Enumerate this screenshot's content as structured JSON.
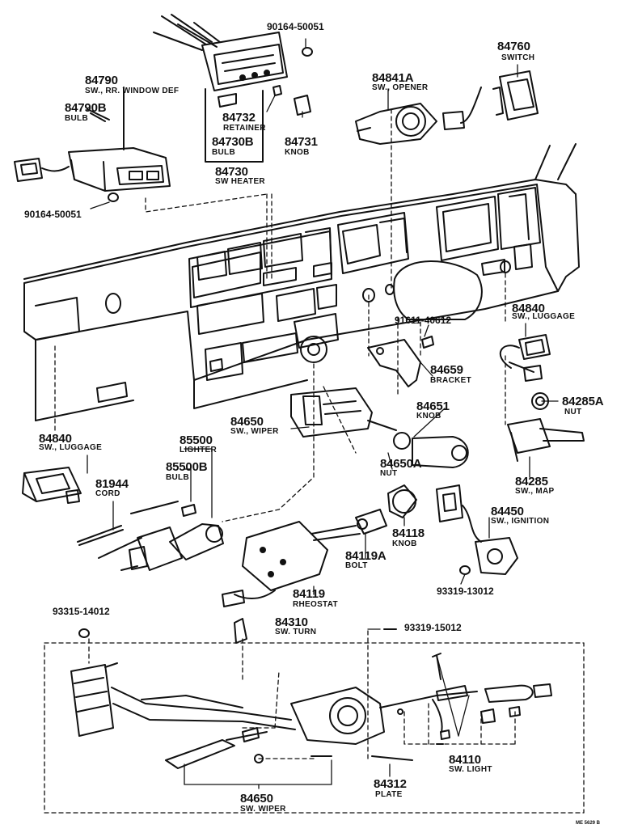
{
  "parts": {
    "p90164_top": "90164-50051",
    "p84760": "84760",
    "p84760_name": "SWITCH",
    "p84790": "84790",
    "p84790_name": "SW., RR. WINDOW DEF",
    "p84841a": "84841A",
    "p84841a_name": "SW., OPENER",
    "p84790b": "84790B",
    "p84790b_name": "BULB",
    "p84732": "84732",
    "p84732_name": "RETAINER",
    "p84730b": "84730B",
    "p84730b_name": "BULB",
    "p84731": "84731",
    "p84731_name": "KNOB",
    "p84730": "84730",
    "p84730_name": "SW  HEATER",
    "p90164_left": "90164-50051",
    "p91611": "91611-40612",
    "p84840_right": "84840",
    "p84840_right_name": "SW., LUGGAGE",
    "p84659": "84659",
    "p84659_name": "BRACKET",
    "p84651": "84651",
    "p84651_name": "KNOB",
    "p84285a": "84285A",
    "p84285a_name": "NUT",
    "p84650_top": "84650",
    "p84650_top_name": "SW., WIPER",
    "p84840_left": "84840",
    "p84840_left_name": "SW., LUGGAGE",
    "p85500": "85500",
    "p85500_name": "LIGHTER",
    "p85500b": "85500B",
    "p85500b_name": "BULB",
    "p84650a": "84650A",
    "p84650a_name": "NUT",
    "p84285": "84285",
    "p84285_name": "SW., MAP",
    "p81944": "81944",
    "p81944_name": "CORD",
    "p84450": "84450",
    "p84450_name": "SW., IGNITION",
    "p84118": "84118",
    "p84118_name": "KNOB",
    "p84119a": "84119A",
    "p84119a_name": "BOLT",
    "p93319_13012": "93319-13012",
    "p84119": "84119",
    "p84119_name": "RHEOSTAT",
    "p93315": "93315-14012",
    "p84310": "84310",
    "p84310_name": "SW. TURN",
    "p93319_15012": "93319-15012",
    "p84110": "84110",
    "p84110_name": "SW. LIGHT",
    "p84312": "84312",
    "p84312_name": "PLATE",
    "p84650_bot": "84650",
    "p84650_bot_name": "SW. WIPER"
  },
  "footer_code": "ME 5629 B"
}
